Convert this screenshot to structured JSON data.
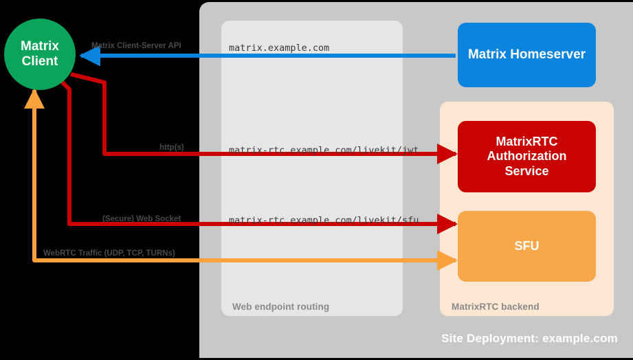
{
  "diagram": {
    "site_label": "Site Deployment: example.com",
    "panels": {
      "web_routing": "Web endpoint routing",
      "rtc_backend": "MatrixRTC backend"
    },
    "nodes": {
      "client": "Matrix\nClient",
      "client_line1": "Matrix",
      "client_line2": "Client",
      "homeserver": "Matrix Homeserver",
      "auth_line1": "MatrixRTC",
      "auth_line2": "Authorization",
      "auth_line3": "Service",
      "sfu": "SFU"
    },
    "endpoints": {
      "matrix": "matrix.example.com",
      "jwt": "matrix-rtc.example.com/livekit/jwt",
      "sfu": "matrix-rtc.example.com/livekit/sfu"
    },
    "flows": {
      "client_server_api": "Matrix Client-Server API",
      "https": "http(s)",
      "websocket": "(Secure) Web Socket",
      "webrtc": "WebRTC Traffic (UDP, TCP, TURNs)"
    },
    "colors": {
      "client_green": "#0aa45a",
      "homeserver_blue": "#0b84dd",
      "auth_red": "#c90202",
      "sfu_orange": "#f9a74b",
      "site_panel_gray": "#c8c8c8",
      "web_panel_gray": "#e6e6e6",
      "rtc_panel_peach": "#fce7d2",
      "background": "#000000"
    }
  }
}
